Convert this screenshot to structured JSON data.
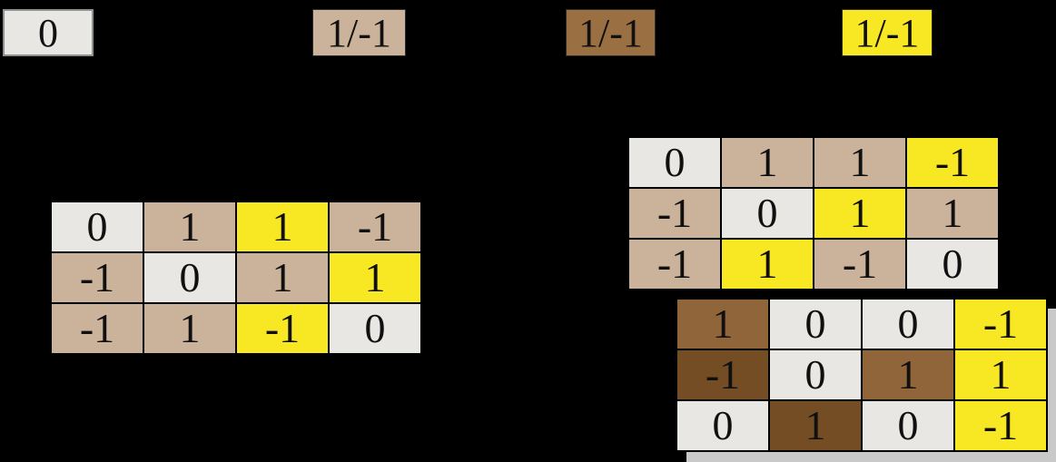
{
  "background": "#000000",
  "colors": {
    "white": "#e9e7e4",
    "tan": "#cbb29a",
    "yellow": "#f8e723",
    "brown": "#8f6539",
    "brown_dark": "#744d24",
    "legend_brown": "#9a6f42",
    "shadow": "#c9c9c9",
    "text": "#101010"
  },
  "legend": {
    "items": [
      {
        "label": "0",
        "color": "white"
      },
      {
        "label": "1/-1",
        "color": "tan"
      },
      {
        "label": "1/-1",
        "color": "legend_brown"
      },
      {
        "label": "1/-1",
        "color": "yellow"
      }
    ]
  },
  "matrices": [
    {
      "id": "matrixA",
      "name": "left-matrix",
      "rows": [
        [
          {
            "v": "0",
            "c": "white"
          },
          {
            "v": "1",
            "c": "tan"
          },
          {
            "v": "1",
            "c": "yellow"
          },
          {
            "v": "-1",
            "c": "tan"
          }
        ],
        [
          {
            "v": "-1",
            "c": "tan"
          },
          {
            "v": "0",
            "c": "white"
          },
          {
            "v": "1",
            "c": "tan"
          },
          {
            "v": "1",
            "c": "yellow"
          }
        ],
        [
          {
            "v": "-1",
            "c": "tan"
          },
          {
            "v": "1",
            "c": "tan"
          },
          {
            "v": "-1",
            "c": "yellow"
          },
          {
            "v": "0",
            "c": "white"
          }
        ]
      ]
    },
    {
      "id": "matrixB",
      "name": "upper-right-matrix",
      "rows": [
        [
          {
            "v": "0",
            "c": "white"
          },
          {
            "v": "1",
            "c": "tan"
          },
          {
            "v": "1",
            "c": "tan"
          },
          {
            "v": "-1",
            "c": "yellow"
          }
        ],
        [
          {
            "v": "-1",
            "c": "tan"
          },
          {
            "v": "0",
            "c": "white"
          },
          {
            "v": "1",
            "c": "yellow"
          },
          {
            "v": "1",
            "c": "tan"
          }
        ],
        [
          {
            "v": "-1",
            "c": "tan"
          },
          {
            "v": "1",
            "c": "yellow"
          },
          {
            "v": "-1",
            "c": "tan"
          },
          {
            "v": "0",
            "c": "white"
          }
        ]
      ]
    },
    {
      "id": "matrixC",
      "name": "lower-right-matrix",
      "rows": [
        [
          {
            "v": "1",
            "c": "brown"
          },
          {
            "v": "0",
            "c": "white"
          },
          {
            "v": "0",
            "c": "white"
          },
          {
            "v": "-1",
            "c": "yellow"
          }
        ],
        [
          {
            "v": "-1",
            "c": "brown_dark"
          },
          {
            "v": "0",
            "c": "white"
          },
          {
            "v": "1",
            "c": "brown"
          },
          {
            "v": "1",
            "c": "yellow"
          }
        ],
        [
          {
            "v": "0",
            "c": "white"
          },
          {
            "v": "1",
            "c": "brown_dark"
          },
          {
            "v": "0",
            "c": "white"
          },
          {
            "v": "-1",
            "c": "yellow"
          }
        ]
      ]
    }
  ]
}
